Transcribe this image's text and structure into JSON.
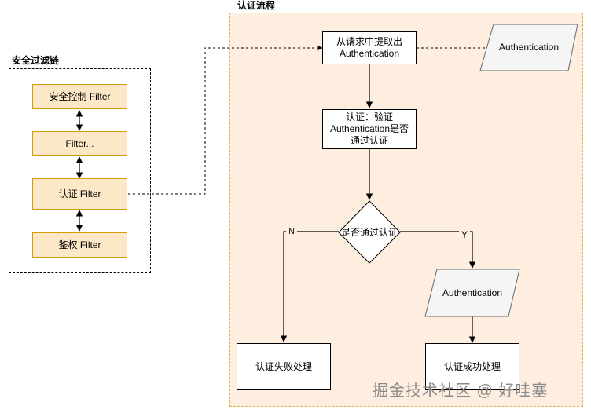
{
  "chain": {
    "title": "安全过滤链",
    "filters": [
      {
        "label": "安全控制 Filter"
      },
      {
        "label": "Filter..."
      },
      {
        "label": "认证  Filter"
      },
      {
        "label": "鉴权  Filter"
      }
    ]
  },
  "flow": {
    "title": "认证流程",
    "extract_step": "从请求中提取出Authentication",
    "verify_step": "认证：验证Authentication是否通过认证",
    "decision": "是否通过认证",
    "branch_no": "N",
    "branch_yes": "Y",
    "fail_step": "认证失败处理",
    "success_step": "认证成功处理",
    "auth_object_top": "Authentication",
    "auth_object_mid": "Authentication"
  },
  "watermark": "掘金技术社区 @ 好哇塞"
}
